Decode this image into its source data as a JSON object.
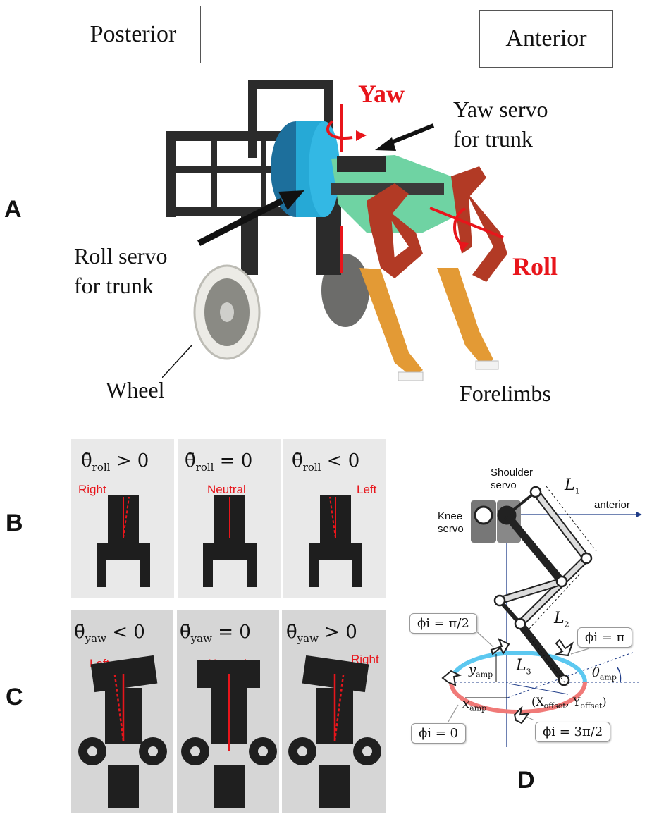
{
  "panels": {
    "A": "A",
    "B": "B",
    "C": "C",
    "D": "D"
  },
  "panel_a": {
    "posterior": "Posterior",
    "anterior": "Anterior",
    "yaw": "Yaw",
    "roll": "Roll",
    "yaw_servo_line1": "Yaw servo",
    "yaw_servo_line2": "for trunk",
    "roll_servo_line1": "Roll servo",
    "roll_servo_line2": "for trunk",
    "wheel": "Wheel",
    "forelimbs": "Forelimbs",
    "colors": {
      "frame": "#2b2b2b",
      "servo_blue": "#26a9d6",
      "body_green": "#6fd3a3",
      "limb_red": "#b23a25",
      "limb_orange": "#e39a35",
      "arrow_red": "#e8151b"
    }
  },
  "panel_b": {
    "frames": [
      {
        "sym": "θ̄",
        "sub": "roll",
        "rel": "> 0",
        "tag": "Right"
      },
      {
        "sym": "θ̄",
        "sub": "roll",
        "rel": "= 0",
        "tag": "Neutral"
      },
      {
        "sym": "θ̄",
        "sub": "roll",
        "rel": "< 0",
        "tag": "Left"
      }
    ]
  },
  "panel_c": {
    "frames": [
      {
        "sym": "θ̄",
        "sub": "yaw",
        "rel": "< 0",
        "tag": "Left"
      },
      {
        "sym": "θ̄",
        "sub": "yaw",
        "rel": "= 0",
        "tag": "Neutral"
      },
      {
        "sym": "θ̄",
        "sub": "yaw",
        "rel": "> 0",
        "tag": "Right"
      }
    ]
  },
  "panel_d": {
    "shoulder_line1": "Shoulder",
    "shoulder_line2": "servo",
    "knee_line1": "Knee",
    "knee_line2": "servo",
    "anterior": "anterior",
    "L1": "L",
    "L1_sub": "1",
    "L2": "L",
    "L2_sub": "2",
    "L3": "L",
    "L3_sub": "3",
    "y_amp": "y",
    "y_amp_sub": "amp",
    "x_amp": "x",
    "x_amp_sub": "amp",
    "theta_amp": "θ",
    "theta_amp_sub": "amp",
    "offset": "(X",
    "offset_sub_x": "offset",
    "offset_mid": ", Y",
    "offset_sub_y": "offset",
    "offset_end": ")",
    "phi_half_pi": "ϕi = π/2",
    "phi_pi": "ϕi = π",
    "phi_zero": "ϕi = 0",
    "phi_three_half_pi": "ϕi = 3π/2",
    "colors": {
      "upper_arc": "#5cc8f0",
      "lower_arc": "#f07a78"
    }
  }
}
